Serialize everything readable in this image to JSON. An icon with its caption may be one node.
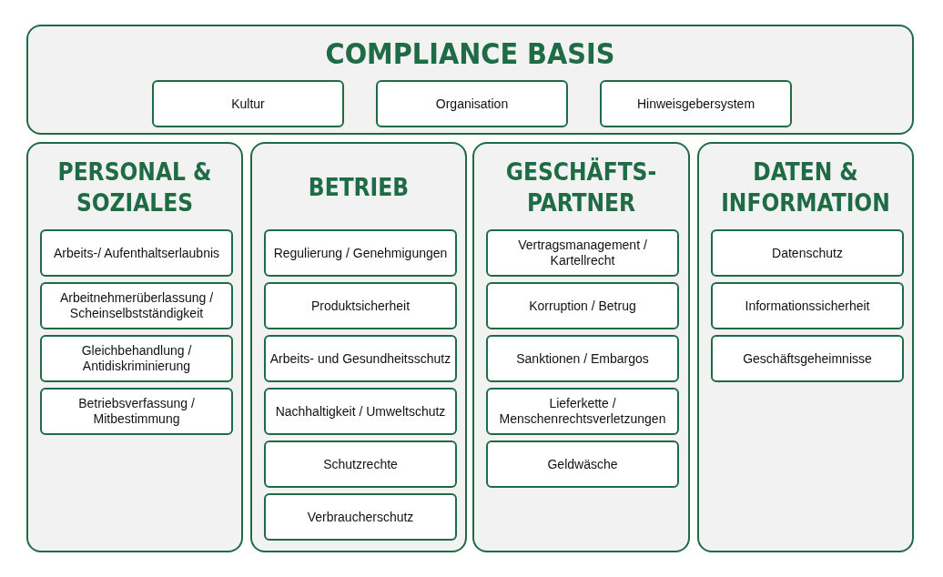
{
  "diagram": {
    "nodes": [
      {
        "text": [
          "COMPLIANCE BASIS"
        ]
      },
      {
        "text": [
          "Kultur"
        ],
        "in": 0
      },
      {
        "text": [
          "Organisation"
        ],
        "in": 0
      },
      {
        "text": [
          "Hinweisgebersystem"
        ],
        "in": 0
      },
      {
        "text": [
          "PERSONAL & SOZIALES"
        ]
      },
      {
        "text": [
          "Arbeits-/ Aufenthaltserlaubnis"
        ],
        "in": 4
      },
      {
        "text": [
          "Arbeitnehmerüberlassung / Scheinselbstständigkeit"
        ],
        "in": 4
      },
      {
        "text": [
          "Gleichbehandlung / Antidiskriminierung"
        ],
        "in": 4
      },
      {
        "text": [
          "Betriebsverfassung / Mitbestimmung"
        ],
        "in": 4
      },
      {
        "text": [
          "BETRIEB"
        ]
      },
      {
        "text": [
          "Regulierung / Genehmigungen"
        ],
        "in": 9
      },
      {
        "text": [
          "Produktsicherheit"
        ],
        "in": 9
      },
      {
        "text": [
          "Arbeits- und Gesundheitsschutz"
        ],
        "in": 9
      },
      {
        "text": [
          "Nachhaltigkeit / Umweltschutz"
        ],
        "in": 9
      },
      {
        "text": [
          "Schutzrechte"
        ],
        "in": 9
      },
      {
        "text": [
          "Verbraucherschutz"
        ],
        "in": 9
      },
      {
        "text": [
          "GESCHÄFTS- PARTNER"
        ]
      },
      {
        "text": [
          "Vertragsmanagement / Kartellrecht"
        ],
        "in": 16
      },
      {
        "text": [
          "Korruption / Betrug"
        ],
        "in": 16
      },
      {
        "text": [
          "Sanktionen / Embargos"
        ],
        "in": 16
      },
      {
        "text": [
          "Lieferkette / Menschenrechtsverletzungen"
        ],
        "in": 16
      },
      {
        "text": [
          "Geldwäsche"
        ],
        "in": 16
      },
      {
        "text": [
          "DATEN & INFORMATION"
        ]
      },
      {
        "text": [
          "Datenschutz"
        ],
        "in": 22
      },
      {
        "text": [
          "Informationssicherheit"
        ],
        "in": 22
      },
      {
        "text": [
          "Geschäftsgeheimnisse"
        ],
        "in": 22
      }
    ]
  }
}
